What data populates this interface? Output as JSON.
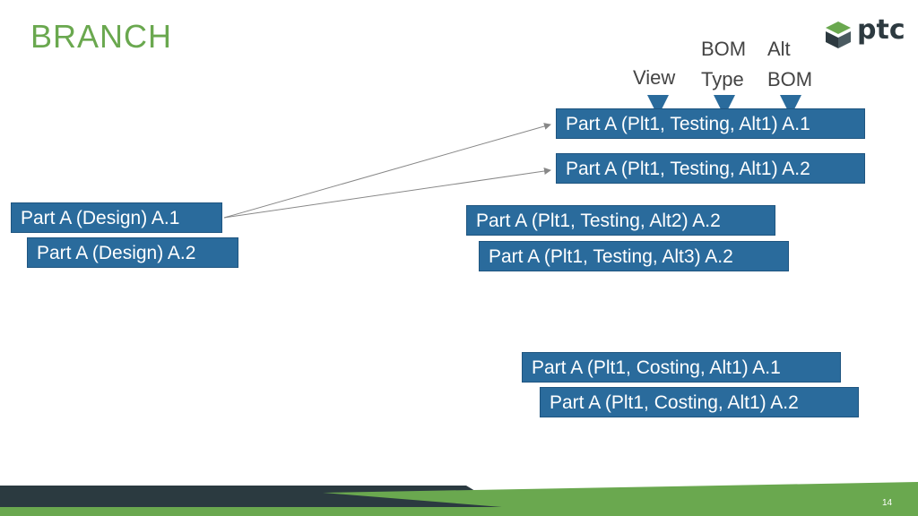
{
  "slide": {
    "title": "BRANCH",
    "page_number": "14",
    "logo_text": "ptc"
  },
  "headers": {
    "view": "View",
    "bom_type_line1": "BOM",
    "bom_type_line2": "Type",
    "alt_bom_line1": "Alt",
    "alt_bom_line2": "BOM"
  },
  "nodes": {
    "design_a1": "Part A (Design) A.1",
    "design_a2": "Part A (Design) A.2",
    "testing_alt1_a1": "Part A (Plt1, Testing, Alt1) A.1",
    "testing_alt1_a2": "Part A (Plt1, Testing, Alt1) A.2",
    "testing_alt2_a2": "Part A (Plt1, Testing, Alt2) A.2",
    "testing_alt3_a2": "Part A (Plt1, Testing, Alt3) A.2",
    "costing_alt1_a1": "Part A (Plt1, Costing, Alt1) A.1",
    "costing_alt1_a2": "Part A (Plt1, Costing, Alt1) A.2"
  },
  "edges": [
    {
      "from": "design_a1",
      "to": "testing_alt1_a1"
    },
    {
      "from": "design_a1",
      "to": "testing_alt1_a2"
    }
  ],
  "colors": {
    "title": "#6aa84f",
    "box_fill": "#2a6b9c",
    "arrow_marker": "#2a6b9c",
    "footer_dark": "#2b3a40",
    "footer_green": "#6aa84f"
  }
}
